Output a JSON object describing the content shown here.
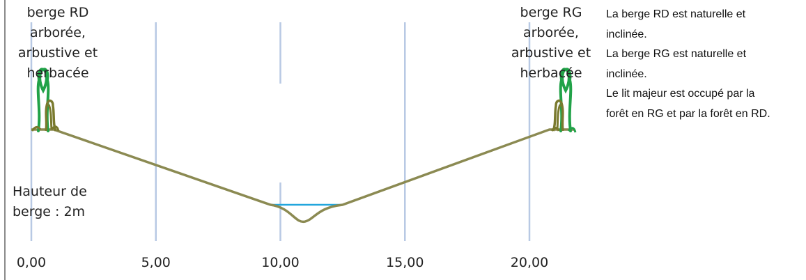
{
  "labels": {
    "bank_rd": [
      "berge RD",
      "arborée,",
      "arbustive et",
      "herbacée"
    ],
    "bank_rg": [
      "berge RG",
      "arborée,",
      "arbustive et",
      "herbacée"
    ],
    "bank_height": [
      "Hauteur de",
      "berge : 2m"
    ]
  },
  "description": [
    "La berge RD est naturelle et",
    "inclinée.",
    "La berge RG est naturelle et",
    "inclinée.",
    "Le lit majeur est occupé par la",
    "forêt en RG et par la forêt en RD."
  ],
  "axis": {
    "ticks": [
      {
        "value": 0,
        "label": "0,00"
      },
      {
        "value": 5,
        "label": "5,00"
      },
      {
        "value": 10,
        "label": "10,00"
      },
      {
        "value": 15,
        "label": "15,00"
      },
      {
        "value": 20,
        "label": "20,00"
      }
    ]
  },
  "profile": {
    "points": [
      [
        0.0,
        0
      ],
      [
        0.9,
        0
      ],
      [
        9.6,
        -2.25
      ],
      [
        12.5,
        -2.25
      ],
      [
        20.8,
        0
      ],
      [
        21.8,
        0
      ]
    ],
    "channel": {
      "left": 9.6,
      "right": 12.5,
      "bottom_x": 11.0,
      "bottom_depth": 2.75
    },
    "water_level": -2.25
  },
  "colors": {
    "terrain": "#8b8a52",
    "water": "#22a6dd",
    "gridline": "#b8c9e4",
    "tree_green": "#21a248",
    "shrub_olive": "#7a7a2e",
    "axis_border": "#8a8a8a"
  },
  "icons": [
    "tree-rd-icon",
    "tree-rg-icon"
  ]
}
